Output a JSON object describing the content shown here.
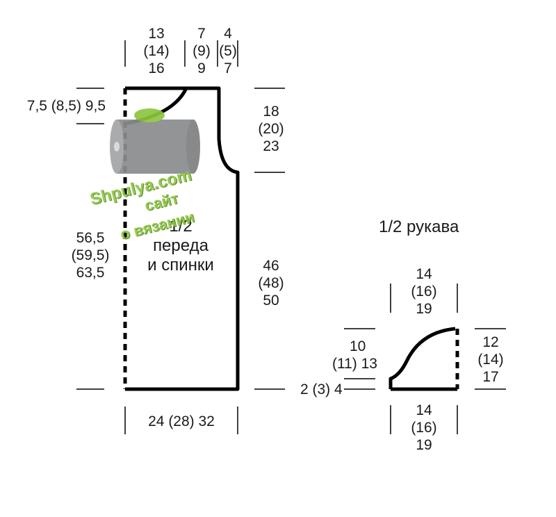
{
  "body_piece": {
    "title_line1": "1/2",
    "title_line2": "переда",
    "title_line3": "и спинки",
    "top_widths": {
      "left": [
        "13",
        "(14)",
        "16"
      ],
      "middle": [
        "7",
        "(9)",
        "9"
      ],
      "right": [
        "4",
        "(5)",
        "7"
      ]
    },
    "neck_depth": "7,5 (8,5) 9,5",
    "armhole_height": [
      "18",
      "(20)",
      "23"
    ],
    "side_height": [
      "46",
      "(48)",
      "50"
    ],
    "total_height": [
      "56,5",
      "(59,5)",
      "63,5"
    ],
    "bottom_width": "24 (28) 32"
  },
  "sleeve_piece": {
    "title": "1/2 рукава",
    "top_width": [
      "14",
      "(16)",
      "19"
    ],
    "cap_height_left": [
      "10",
      "(11) 13"
    ],
    "base_height": "2 (3) 4",
    "right_height": [
      "12",
      "(14)",
      "17"
    ],
    "bottom_width": [
      "14",
      "(16)",
      "19"
    ]
  },
  "watermark": {
    "line1": "Shpulya.com",
    "line2": "сайт",
    "line3": "о вязании",
    "logo_color": "#8dc63f",
    "spool_color": "#8a8c8e",
    "icon": "yarn-spool-icon"
  },
  "colors": {
    "line": "#000000",
    "text": "#1a1a1a"
  }
}
